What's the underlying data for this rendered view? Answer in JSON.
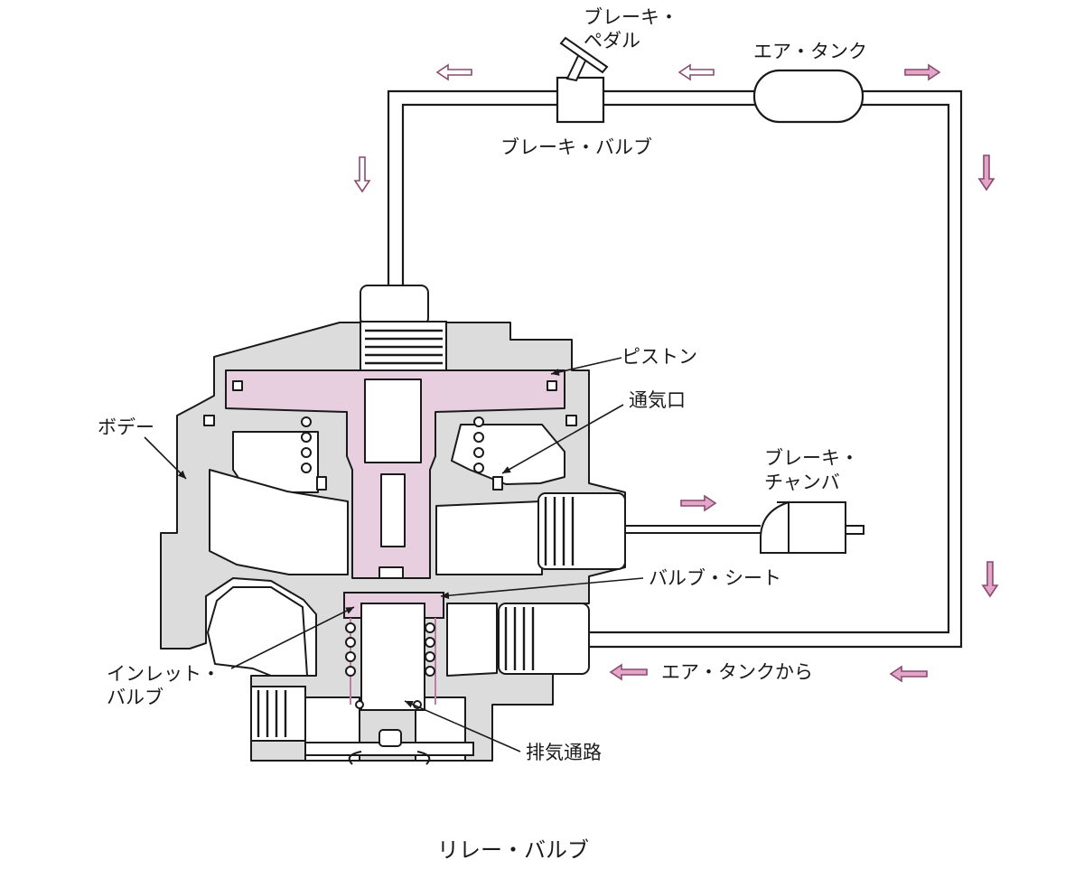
{
  "labels": {
    "brake_pedal": [
      "ブレーキ・",
      "ペダル"
    ],
    "air_tank": "エア・タンク",
    "brake_valve": "ブレーキ・バルブ",
    "piston": "ピストン",
    "vent": "通気口",
    "body": "ボデー",
    "brake_chamber": [
      "ブレーキ・",
      "チャンバ"
    ],
    "valve_seat": "バルブ・シート",
    "inlet_valve": [
      "インレット・",
      "バルブ"
    ],
    "from_air_tank": "エア・タンクから",
    "exhaust_passage": "排気通路",
    "caption": "リレー・バルブ"
  },
  "colors": {
    "line": "#1a1a1a",
    "body_gray": "#dcdcdc",
    "piston_pink": "#e8cfe0",
    "arrow_pink": "#e3a6c8",
    "arrow_stroke": "#8a4a6e"
  }
}
